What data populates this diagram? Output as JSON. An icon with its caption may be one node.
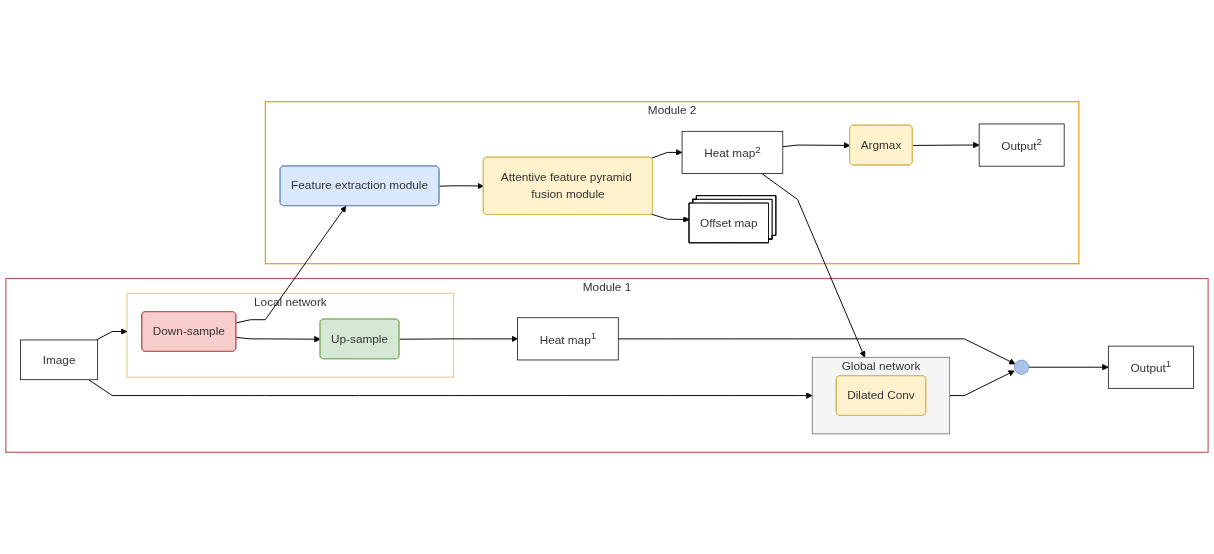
{
  "diagram": {
    "nodes": [
      {
        "text": [
          "Module 1"
        ]
      },
      {
        "text": [
          "Image"
        ],
        "in": 0
      },
      {
        "text": [
          "Global network"
        ],
        "in": 0
      },
      {
        "text": [
          "Dilated Conv"
        ],
        "in": 2
      },
      {
        "text": [
          "Local network"
        ],
        "in": 0
      },
      {
        "text": [
          "Down-sample"
        ],
        "in": 4
      },
      {
        "text": [
          "Up-sample"
        ],
        "in": 4
      },
      {
        "text": [
          "Heat map$^{1}$"
        ],
        "in": 0
      },
      {
        "text": [],
        "shape": "circle",
        "in": 0
      },
      {
        "text": [
          "Output$^{1}$"
        ],
        "in": 0
      },
      {
        "text": [
          "Module 2"
        ]
      },
      {
        "text": [
          "Feature extraction module"
        ],
        "in": 10
      },
      {
        "text": [
          "Attentive feature pyramid fusion module"
        ],
        "in": 10
      },
      {
        "text": [
          "Heat map$^{2}$"
        ],
        "in": 10
      },
      {
        "text": [
          "Offset map"
        ],
        "in": 10
      },
      {
        "text": [
          "Argmax"
        ],
        "in": 10
      },
      {
        "text": [
          "Output$^{2}$"
        ],
        "in": 10
      }
    ],
    "edges": [
      {
        "from": 1,
        "to": 2,
        "arrow": "to"
      },
      {
        "from": 1,
        "to": 4,
        "arrow": "to"
      },
      {
        "from": 5,
        "to": 6,
        "arrow": "to"
      },
      {
        "from": 6,
        "to": 7,
        "arrow": "to"
      },
      {
        "from": 7,
        "to": 8,
        "arrow": "to"
      },
      {
        "from": 2,
        "to": 8,
        "arrow": "to"
      },
      {
        "from": 8,
        "to": 9,
        "arrow": "to"
      },
      {
        "from": 5,
        "to": 11,
        "arrow": "to"
      },
      {
        "from": 11,
        "to": 12,
        "arrow": "to"
      },
      {
        "from": 12,
        "to": 13,
        "arrow": "to"
      },
      {
        "from": 12,
        "to": 14,
        "arrow": "to"
      },
      {
        "from": 13,
        "to": 2,
        "arrow": "to"
      },
      {
        "from": 13,
        "to": 15,
        "arrow": "to"
      },
      {
        "from": 15,
        "to": 16,
        "arrow": "to"
      }
    ]
  }
}
